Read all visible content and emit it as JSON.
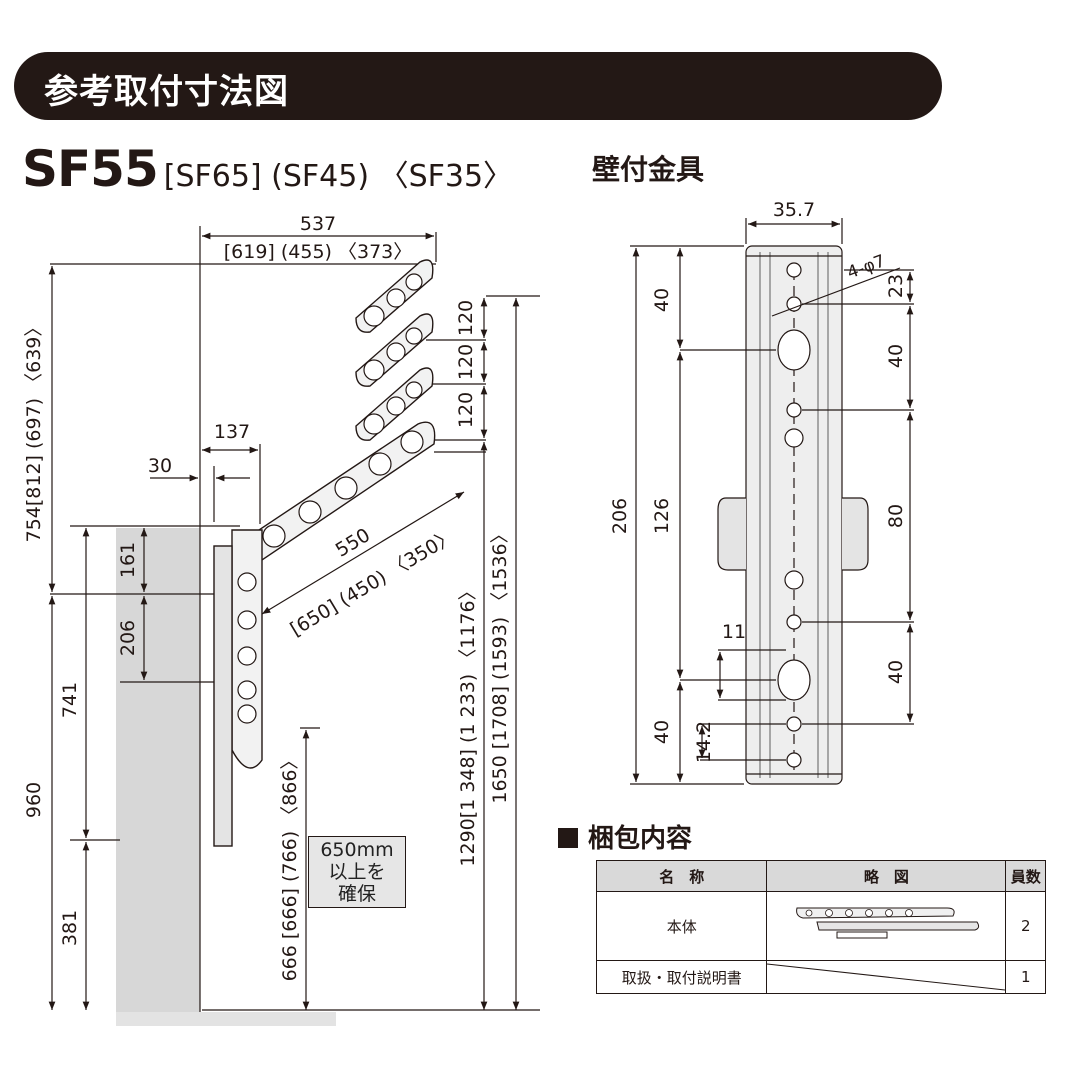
{
  "header": {
    "title": "参考取付寸法図"
  },
  "model": {
    "main": "SF55",
    "variants": "[SF65] (SF45) 〈SF35〉"
  },
  "wall_bracket_title": "壁付金具",
  "main_dims": {
    "top_width": "537",
    "top_width_vars": "[619] (455) 〈373〉",
    "arm_length": "550",
    "arm_length_vars": "[650] (450) 〈350〉",
    "d137": "137",
    "d30": "30",
    "d161": "161",
    "d206": "206",
    "d741": "741",
    "d960": "960",
    "d381": "381",
    "left_top": "754[812] (697) 〈639〉",
    "spacing1": "120",
    "spacing2": "120",
    "spacing3": "120",
    "spacing4": "120",
    "ground_clear": "666 [666] (766) 〈866〉",
    "height_1290": "1290[1 348] (1 233) 〈1176〉",
    "height_1650": "1650 [1708] (1593) 〈1536〉"
  },
  "clearance_note": {
    "line1": "650mm",
    "line2": "以上を",
    "line3": "確保"
  },
  "bracket_dims": {
    "width": "35.7",
    "holes": "4-φ7",
    "d23": "23",
    "d40a": "40",
    "d40b": "40",
    "d206": "206",
    "d126": "126",
    "d80": "80",
    "d11": "11",
    "d40c": "40",
    "d40d": "40",
    "d14_2": "14.2"
  },
  "packing": {
    "title": "梱包内容",
    "headers": {
      "name": "名　称",
      "figure": "略　図",
      "qty": "員数"
    },
    "rows": [
      {
        "name": "本体",
        "qty": "2"
      },
      {
        "name": "取扱・取付説明書",
        "qty": "1"
      }
    ]
  }
}
